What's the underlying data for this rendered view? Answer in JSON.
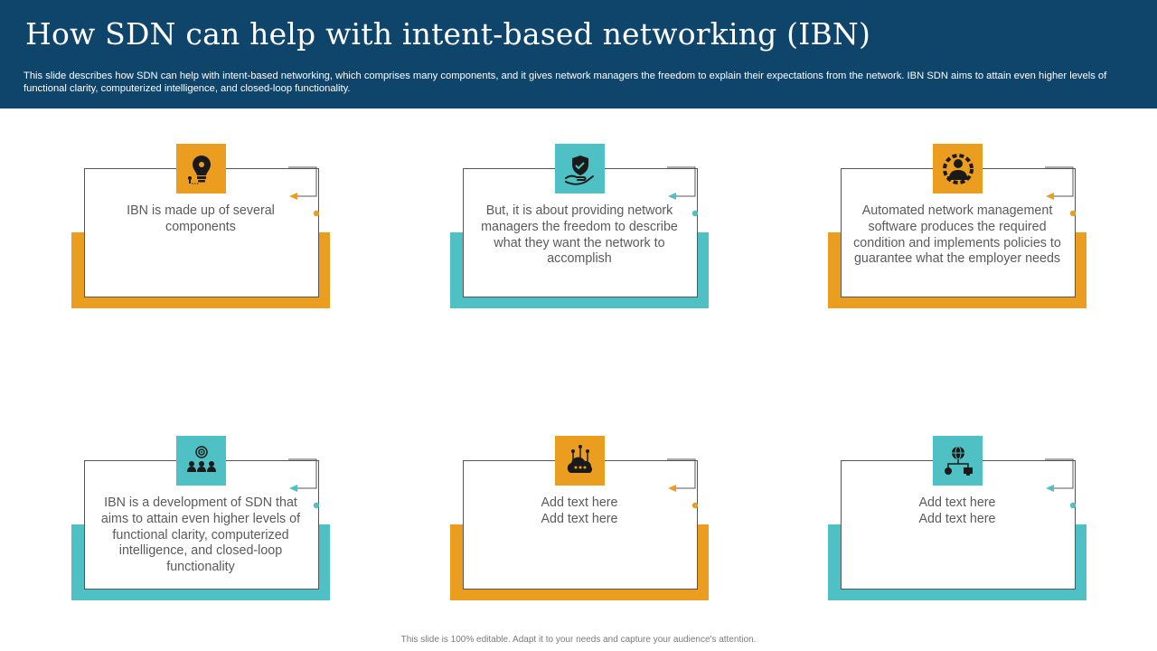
{
  "header": {
    "title": "How SDN can help with intent-based networking (IBN)",
    "subtitle": "This slide describes how SDN can help with intent-based networking, which comprises many components, and it gives network managers the freedom to explain their expectations from the network. IBN SDN aims to attain even higher levels of functional clarity, computerized intelligence, and closed-loop functionality."
  },
  "colors": {
    "header": "#0f446b",
    "orange": "#eb9d1f",
    "teal": "#4fc1c4"
  },
  "cards": [
    {
      "text": "IBN is made up of several components",
      "color": "orange",
      "icon": "lightbulb-location-icon"
    },
    {
      "text": "But, it is about providing network managers the freedom to describe what they want the network to accomplish",
      "color": "teal",
      "icon": "shield-hand-icon"
    },
    {
      "text": "Automated network management software produces the required condition and implements policies to guarantee what the employer needs",
      "color": "orange",
      "icon": "person-gear-icon"
    },
    {
      "text": "IBN is a development of SDN that aims to attain even higher levels of functional clarity, computerized intelligence, and closed-loop functionality",
      "color": "teal",
      "icon": "target-team-icon"
    },
    {
      "text": "Add text here\nAdd text here",
      "color": "orange",
      "icon": "cloud-network-icon"
    },
    {
      "text": "Add text here\nAdd text here",
      "color": "teal",
      "icon": "globe-network-icon"
    }
  ],
  "footer": "This slide is 100% editable. Adapt it to your needs and capture your audience's attention."
}
